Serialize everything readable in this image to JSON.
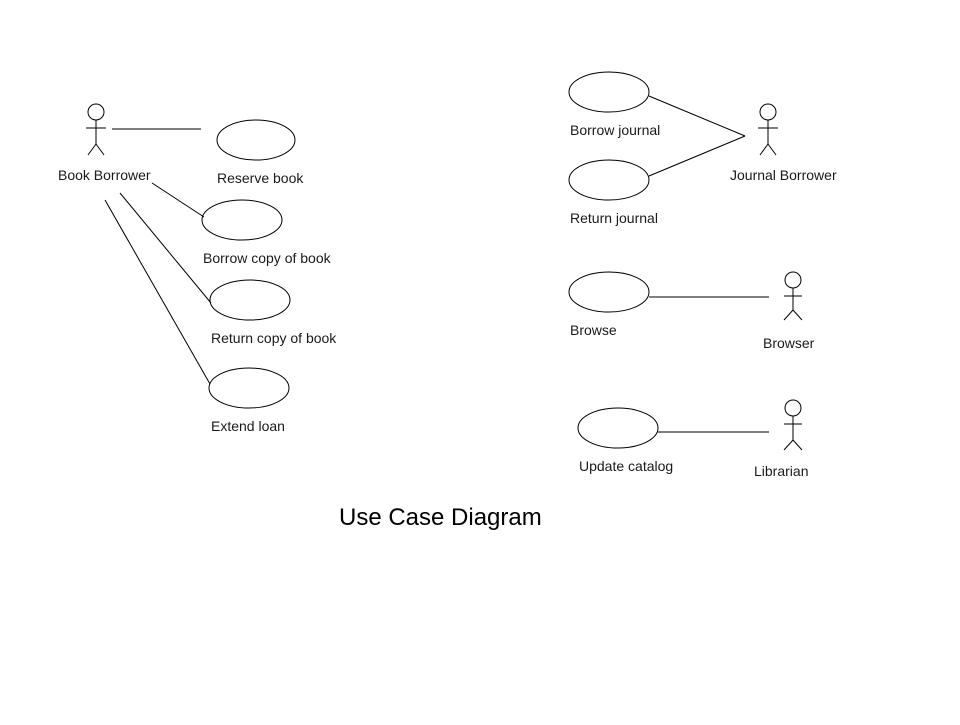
{
  "diagram": {
    "title": "Use Case Diagram",
    "actors": {
      "book_borrower": "Book Borrower",
      "journal_borrower": "Journal Borrower",
      "browser": "Browser",
      "librarian": "Librarian"
    },
    "use_cases": {
      "reserve_book": "Reserve book",
      "borrow_copy_of_book": "Borrow copy of book",
      "return_copy_of_book": "Return copy of book",
      "extend_loan": "Extend loan",
      "borrow_journal": "Borrow journal",
      "return_journal": "Return journal",
      "browse": "Browse",
      "update_catalog": "Update catalog"
    }
  }
}
